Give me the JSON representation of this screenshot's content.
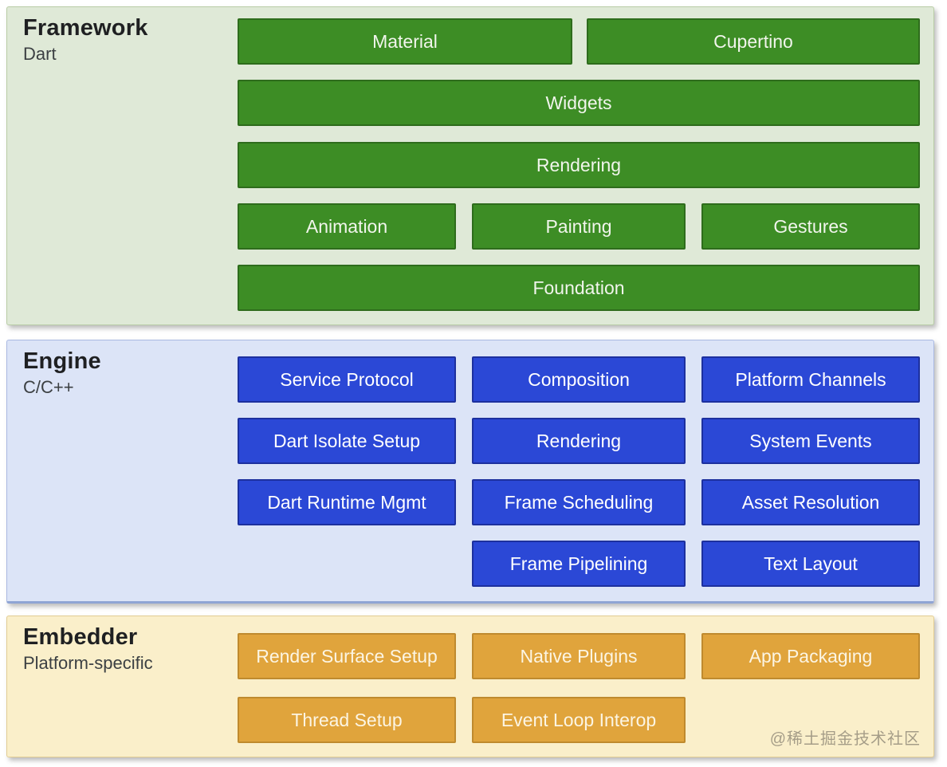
{
  "palette": {
    "framework_bg": "#dfe9d7",
    "framework_border": "#b9cda6",
    "framework_box": "#3d8d25",
    "framework_box_border": "#2e6c1c",
    "engine_bg": "#dce4f7",
    "engine_border": "#aab9e2",
    "engine_border_bottom": "#8fa4d4",
    "engine_box": "#2b48d6",
    "engine_box_border": "#1d309e",
    "embedder_bg": "#faefca",
    "embedder_border": "#e2cd93",
    "embedder_box": "#e0a43c",
    "embedder_box_border": "#bf8a2e",
    "title_color": "#1f2022",
    "subtitle_color": "#3c4043",
    "watermark_color": "#a59d88"
  },
  "watermark": "@稀土掘金技术社区",
  "sections": {
    "framework": {
      "title": "Framework",
      "subtitle": "Dart",
      "boxes": {
        "material": "Material",
        "cupertino": "Cupertino",
        "widgets": "Widgets",
        "rendering": "Rendering",
        "animation": "Animation",
        "painting": "Painting",
        "gestures": "Gestures",
        "foundation": "Foundation"
      }
    },
    "engine": {
      "title": "Engine",
      "subtitle": "C/C++",
      "boxes": {
        "service_protocol": "Service Protocol",
        "composition": "Composition",
        "platform_channels": "Platform Channels",
        "dart_isolate_setup": "Dart Isolate Setup",
        "rendering": "Rendering",
        "system_events": "System Events",
        "dart_runtime_mgmt": "Dart Runtime Mgmt",
        "frame_scheduling": "Frame Scheduling",
        "asset_resolution": "Asset Resolution",
        "frame_pipelining": "Frame Pipelining",
        "text_layout": "Text Layout"
      }
    },
    "embedder": {
      "title": "Embedder",
      "subtitle": "Platform-specific",
      "boxes": {
        "render_surface_setup": "Render Surface Setup",
        "native_plugins": "Native Plugins",
        "app_packaging": "App Packaging",
        "thread_setup": "Thread Setup",
        "event_loop_interop": "Event Loop Interop"
      }
    }
  }
}
